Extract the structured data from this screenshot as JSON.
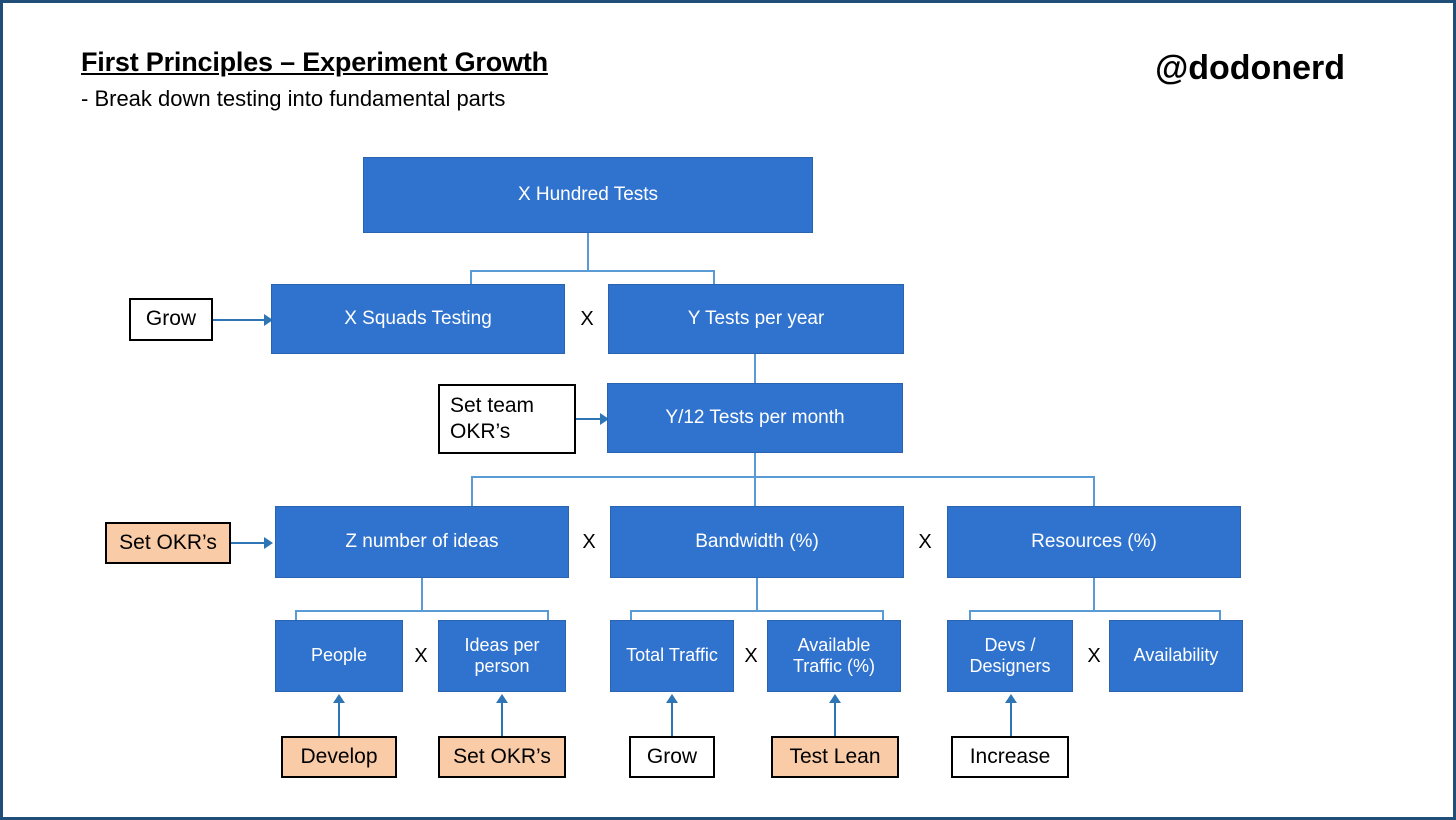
{
  "slide": {
    "title": "First Principles – Experiment Growth",
    "subtitle": " - Break down testing into fundamental parts",
    "handle": "@dodonerd",
    "border_color": "#1F4E79"
  },
  "theme": {
    "node_fill": "#3073CE",
    "node_text": "#FFFFFF",
    "tag_fill": "#FFFFFF",
    "tag_accent_fill": "#F9CBA7",
    "connector": "#5B9BD5"
  },
  "multiplier_symbol": "X",
  "nodes": {
    "root": "X Hundred Tests",
    "squads": "X Squads Testing",
    "tests_year": "Y Tests per year",
    "tests_month": "Y/12 Tests per month",
    "ideas": "Z number of ideas",
    "bandwidth": "Bandwidth (%)",
    "resources": "Resources (%)",
    "people": "People",
    "ideas_per_person": "Ideas per person",
    "total_traffic": "Total Traffic",
    "available_traffic": "Available Traffic (%)",
    "devs_designers": "Devs / Designers",
    "availability": "Availability"
  },
  "actions": {
    "grow_squads": "Grow",
    "set_team_okrs": "Set team OKR’s",
    "set_okrs_ideas": "Set OKR’s",
    "develop": "Develop",
    "set_okrs_person": "Set OKR’s",
    "grow_traffic": "Grow",
    "test_lean": "Test Lean",
    "increase": "Increase"
  },
  "multipliers": {
    "row2": "X",
    "row4_a": "X",
    "row4_b": "X",
    "row5_a": "X",
    "row5_b": "X",
    "row5_c": "X"
  }
}
